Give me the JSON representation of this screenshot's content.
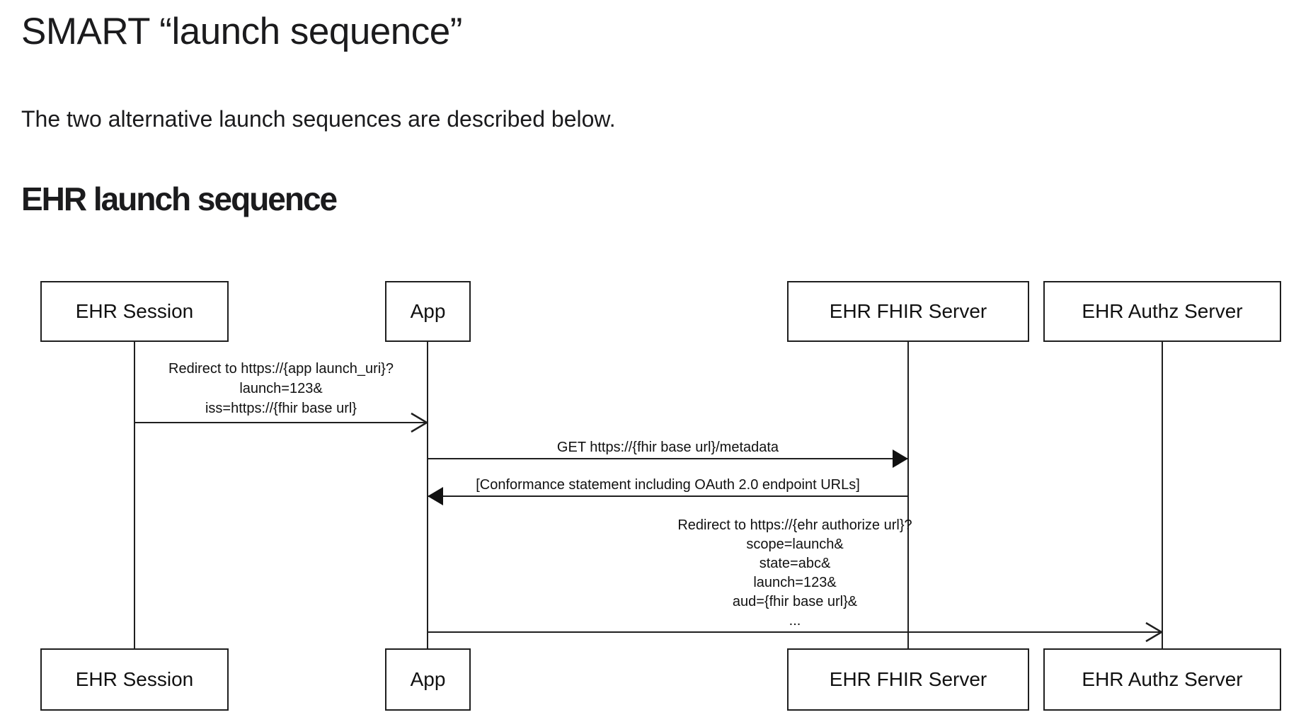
{
  "page": {
    "title": "SMART “launch sequence”",
    "intro": "The two alternative launch sequences are described below.",
    "section_heading": "EHR launch sequence"
  },
  "diagram": {
    "type": "uml-sequence-diagram",
    "colors": {
      "stroke": "#1f1f1f",
      "text": "#111111",
      "background": "#ffffff"
    },
    "actors": [
      {
        "id": "ehr-session",
        "label": "EHR Session"
      },
      {
        "id": "app",
        "label": "App"
      },
      {
        "id": "ehr-fhir-server",
        "label": "EHR FHIR Server"
      },
      {
        "id": "ehr-authz-server",
        "label": "EHR Authz Server"
      }
    ],
    "messages": [
      {
        "from": "EHR Session",
        "to": "App",
        "arrowhead": "open",
        "lines": [
          "Redirect to https://{app launch_uri}?",
          "launch=123&",
          "iss=https://{fhir base url}"
        ]
      },
      {
        "from": "App",
        "to": "EHR FHIR Server",
        "arrowhead": "filled",
        "lines": [
          "GET https://{fhir base url}/metadata"
        ]
      },
      {
        "from": "EHR FHIR Server",
        "to": "App",
        "arrowhead": "filled",
        "lines": [
          "[Conformance statement including OAuth 2.0 endpoint URLs]"
        ]
      },
      {
        "from": "App",
        "to": "EHR Authz Server",
        "arrowhead": "open",
        "lines": [
          "Redirect to https://{ehr authorize url}?",
          "scope=launch&",
          "state=abc&",
          "launch=123&",
          "aud={fhir base url}&",
          "..."
        ]
      }
    ]
  }
}
